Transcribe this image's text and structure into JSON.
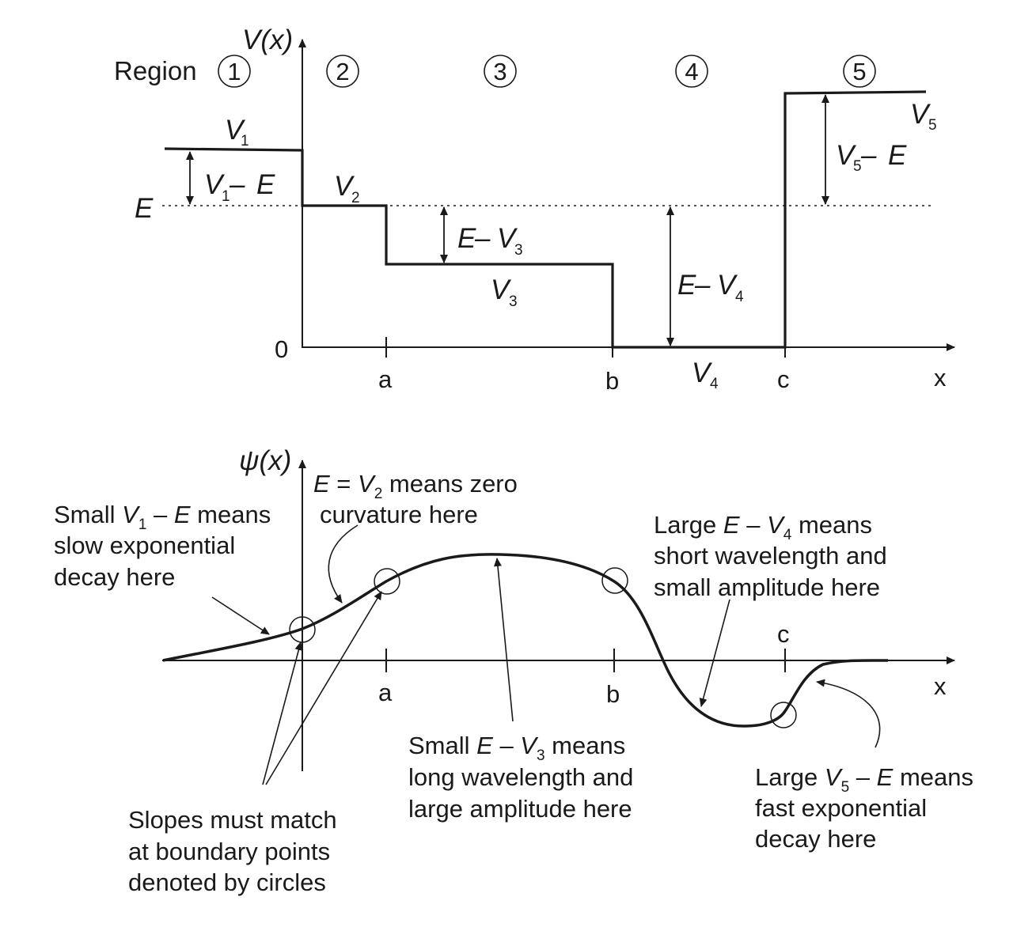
{
  "top_plot": {
    "y_axis_label": "V(x)",
    "x_axis_label": "x",
    "zero_label": "0",
    "energy_label": "E",
    "region_word": "Region",
    "regions": [
      "1",
      "2",
      "3",
      "4",
      "5"
    ],
    "boundaries": [
      "a",
      "b",
      "c"
    ],
    "levels": [
      {
        "symbol": "V",
        "sub": "1"
      },
      {
        "symbol": "V",
        "sub": "2"
      },
      {
        "symbol": "V",
        "sub": "3"
      },
      {
        "symbol": "V",
        "sub": "4"
      },
      {
        "symbol": "V",
        "sub": "5"
      }
    ],
    "gaps": [
      {
        "a": "V",
        "a_sub": "1",
        "op": "–",
        "b": "E",
        "b_sub": ""
      },
      {
        "a": "E",
        "a_sub": "",
        "op": "–",
        "b": "V",
        "b_sub": "3"
      },
      {
        "a": "E",
        "a_sub": "",
        "op": "–",
        "b": "V",
        "b_sub": "4"
      },
      {
        "a": "V",
        "a_sub": "5",
        "op": "–",
        "b": "E",
        "b_sub": ""
      }
    ]
  },
  "bottom_plot": {
    "y_axis_label": "ψ(x)",
    "x_axis_label": "x",
    "boundaries": [
      "a",
      "b",
      "c"
    ],
    "annotations": {
      "zero_curvature": {
        "pre_a": "E",
        "eq": " = ",
        "pre_b": "V",
        "pre_sub": "2",
        "line1_rest": " means zero",
        "line2": "curvature here"
      },
      "slow_decay": {
        "pre": "Small ",
        "a": "V",
        "a_sub": "1",
        "op": " – ",
        "b": "E",
        "line1_rest": " means",
        "line2": "slow exponential",
        "line3": "decay here"
      },
      "short_wavelength": {
        "pre": "Large ",
        "a": "E",
        "op": " – ",
        "b": "V",
        "b_sub": "4",
        "line1_rest": " means",
        "line2": "short wavelength and",
        "line3": "small amplitude here"
      },
      "long_wavelength": {
        "pre": "Small ",
        "a": "E",
        "op": " – ",
        "b": "V",
        "b_sub": "3",
        "line1_rest": " means",
        "line2": "long wavelength and",
        "line3": "large amplitude here"
      },
      "fast_decay": {
        "pre": "Large ",
        "a": "V",
        "a_sub": "5",
        "op": " – ",
        "b": "E",
        "line1_rest": " means",
        "line2": "fast exponential",
        "line3": "decay here"
      },
      "slopes_match": {
        "line1": "Slopes must match",
        "line2": "at boundary points",
        "line3": "denoted by circles"
      }
    }
  }
}
